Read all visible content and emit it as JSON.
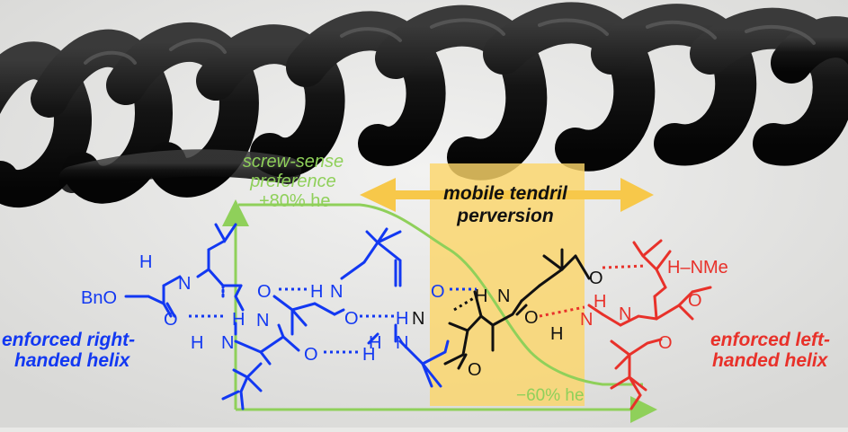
{
  "header": {
    "screw_sense_line1": "screw-sense",
    "screw_sense_line2": "preference",
    "pct_top": "+80% he",
    "pct_bottom": "−60% he"
  },
  "tendril": {
    "line1": "mobile tendril",
    "line2": "perversion"
  },
  "left_caption": {
    "line1": "enforced right-",
    "line2": "handed helix"
  },
  "right_caption": {
    "line1": "enforced left-",
    "line2": "handed helix"
  },
  "atoms": {
    "bno": "BnO",
    "o": "O",
    "h": "H",
    "n": "N",
    "nh_me": "H–NMe"
  },
  "colors": {
    "blue": "#1238f2",
    "red": "#e8312a",
    "black": "#111111",
    "green": "#8fd05a",
    "yellow": "#f7c84a",
    "highlight": "#fbd56a"
  }
}
